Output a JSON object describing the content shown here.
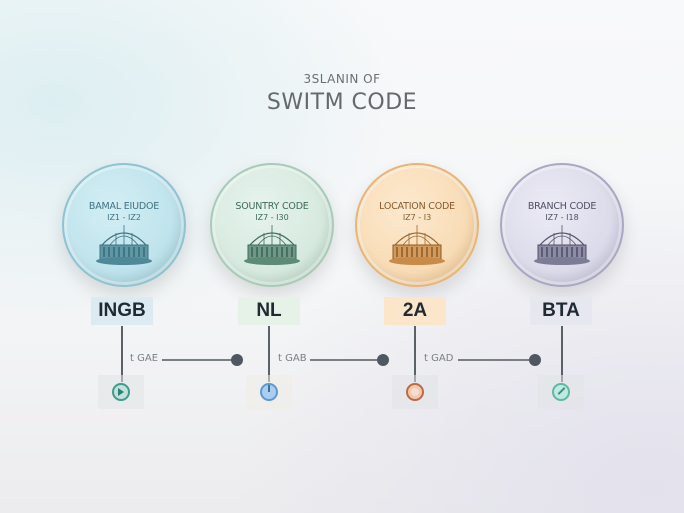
{
  "title": {
    "subtitle": "3SLANIN OF",
    "main": "SWITM CODE"
  },
  "segments": [
    {
      "id": "bank",
      "coin_label": "BAMAL EIUDOE",
      "coin_range": "IZ1 - IZ2",
      "code": "INGB",
      "connector_label": "t GAE",
      "icon": "play-circle-icon",
      "colors": {
        "coin": "#bfe3ec",
        "coin_edge": "#8fc3d2",
        "ink": "#3e7383",
        "box": "#dcebf1",
        "glyph": "#4aa79a"
      }
    },
    {
      "id": "country",
      "coin_label": "SOUNTRY CODE",
      "coin_range": "IZ7 - I30",
      "code": "NL",
      "connector_label": "t GAB",
      "icon": "power-circle-icon",
      "colors": {
        "coin": "#d7eadf",
        "coin_edge": "#a8cbb8",
        "ink": "#3d6a5b",
        "box": "#e6f1e8",
        "glyph": "#7fb3e0"
      }
    },
    {
      "id": "location",
      "coin_label": "LOCATION CODE",
      "coin_range": "IZ7 - I3",
      "code": "2A",
      "connector_label": "t GAD",
      "icon": "ring-circle-icon",
      "colors": {
        "coin": "#f8dcb6",
        "coin_edge": "#e9b575",
        "ink": "#8a5a27",
        "box": "#fbe6cc",
        "glyph": "#d98a62"
      }
    },
    {
      "id": "branch",
      "coin_label": "BRANCH CODE",
      "coin_range": "IZ7 - I18",
      "code": "BTA",
      "connector_label": "",
      "icon": "compass-circle-icon",
      "colors": {
        "coin": "#dcdbea",
        "coin_edge": "#a9a7c4",
        "ink": "#4e4e66",
        "box": "#e7e7ef",
        "glyph": "#6fc4b2"
      }
    }
  ]
}
